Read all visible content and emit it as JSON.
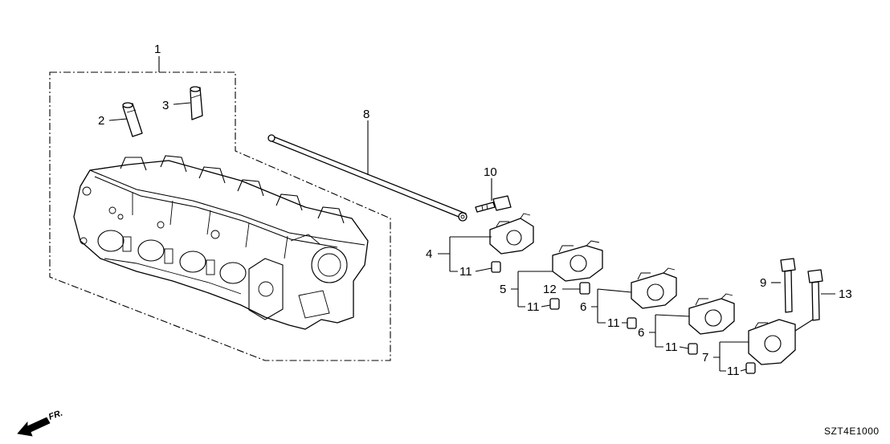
{
  "diagram": {
    "code": "SZT4E1000",
    "direction": "FR.",
    "parts": [
      {
        "id": "p1",
        "num": "1"
      },
      {
        "id": "p2",
        "num": "2"
      },
      {
        "id": "p3",
        "num": "3"
      },
      {
        "id": "p4",
        "num": "4"
      },
      {
        "id": "p5",
        "num": "5"
      },
      {
        "id": "p6a",
        "num": "6"
      },
      {
        "id": "p6b",
        "num": "6"
      },
      {
        "id": "p7",
        "num": "7"
      },
      {
        "id": "p8",
        "num": "8"
      },
      {
        "id": "p9",
        "num": "9"
      },
      {
        "id": "p10",
        "num": "10"
      },
      {
        "id": "p11a",
        "num": "11"
      },
      {
        "id": "p11b",
        "num": "11"
      },
      {
        "id": "p11c",
        "num": "11"
      },
      {
        "id": "p11d",
        "num": "11"
      },
      {
        "id": "p11e",
        "num": "11"
      },
      {
        "id": "p12",
        "num": "12"
      },
      {
        "id": "p13",
        "num": "13"
      }
    ]
  }
}
